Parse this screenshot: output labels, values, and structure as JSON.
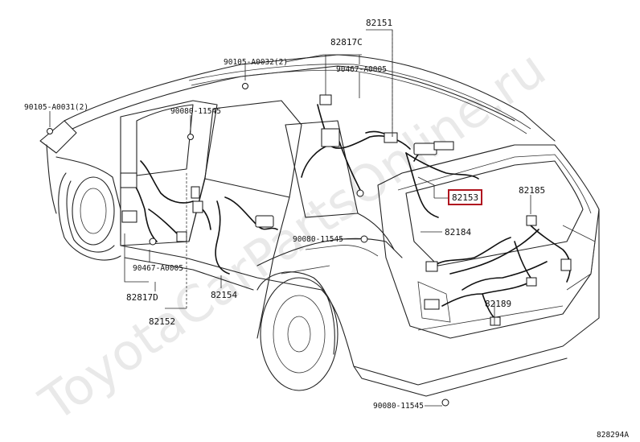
{
  "watermark": "ToyotaCarPartsOnline.ru",
  "diagram_code": "828294A",
  "highlight_color": "#b0151f",
  "labels": {
    "p82151": "82151",
    "p82817c": "82817C",
    "p90467_top": "90467-A0005",
    "p90105_a0032": "90105-A0032(2)",
    "p90105_a0031": "90105-A0031(2)",
    "p90080_top": "90080-11545",
    "p82153": "82153",
    "p82185": "82185",
    "p82184": "82184",
    "p90080_mid": "90080-11545",
    "p90467_left": "90467-A0005",
    "p82817d": "82817D",
    "p82154": "82154",
    "p82189": "82189",
    "p82152": "82152",
    "p90080_bot": "90080-11545"
  }
}
